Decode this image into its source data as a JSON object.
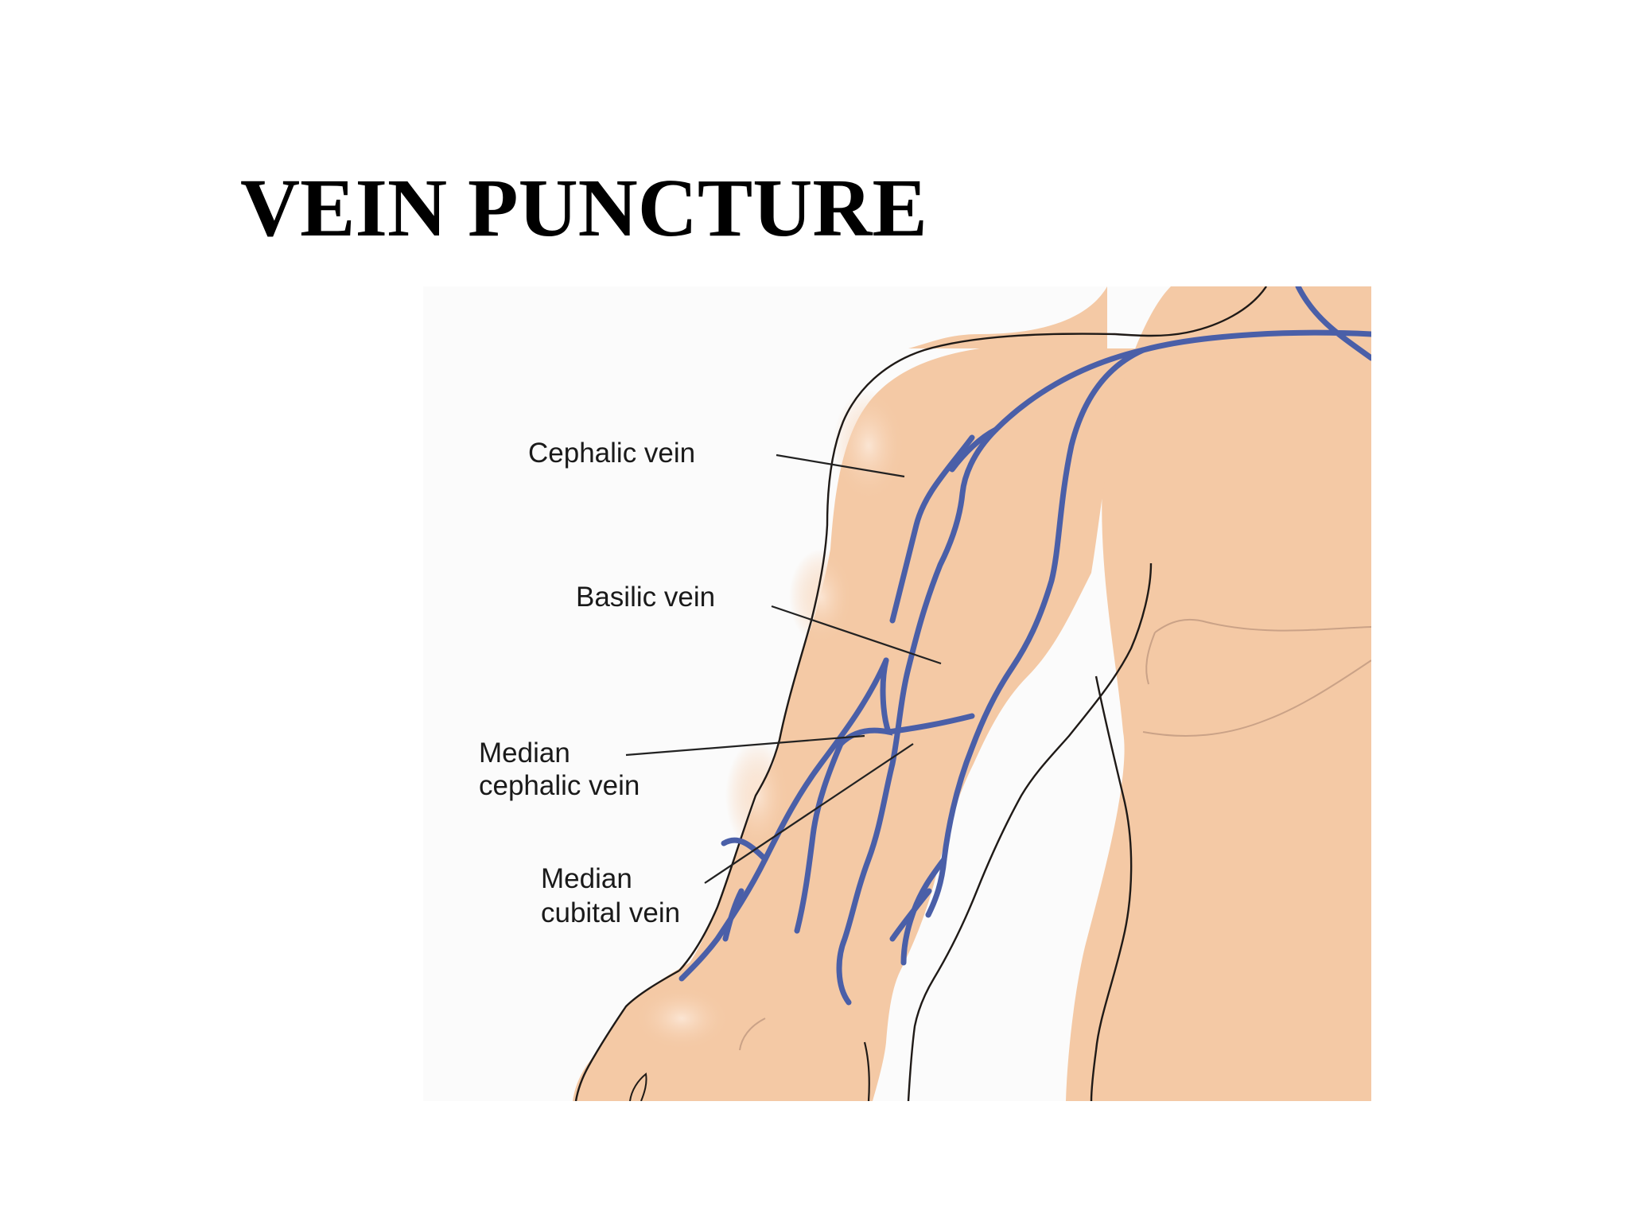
{
  "slide": {
    "title": "VEIN PUNCTURE"
  },
  "figure": {
    "labels": {
      "cephalic_vein": "Cephalic vein",
      "basilic_vein": "Basilic vein",
      "median_cephalic_line1": "Median",
      "median_cephalic_line2": "cephalic vein",
      "median_cubital_line1": "Median",
      "median_cubital_line2": "cubital vein"
    },
    "colors": {
      "skin": "#f4c9a5",
      "skin_highlight": "#f9ddc6",
      "outline": "#1f1a17",
      "vein": "#4a5fa8",
      "leader_line": "#222222",
      "fold_line": "#caa287",
      "background": "#fbfbfb"
    }
  }
}
